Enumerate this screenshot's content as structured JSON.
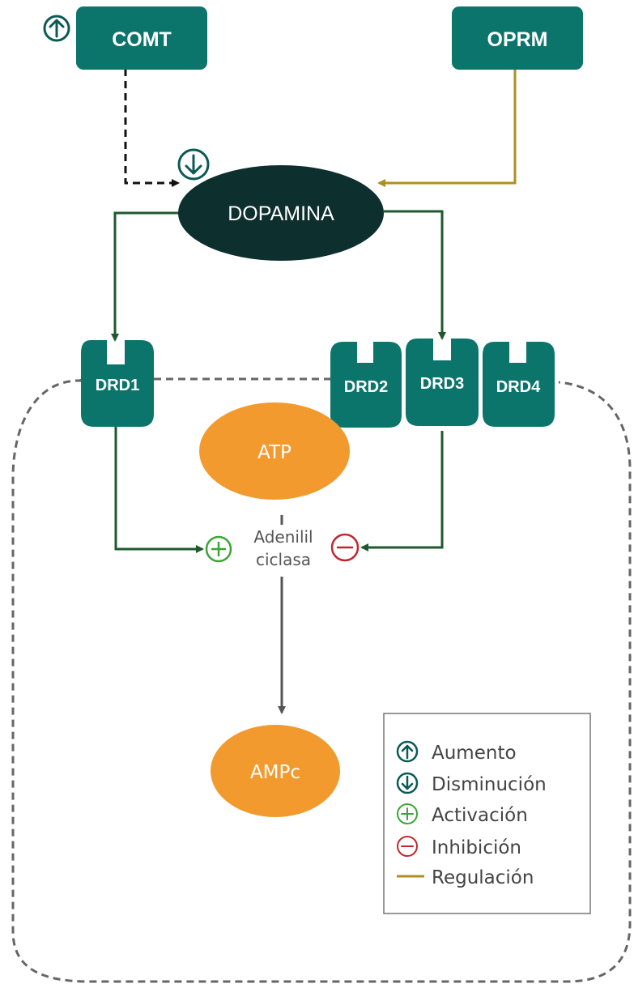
{
  "nodes": {
    "comt": "COMT",
    "oprm": "OPRM",
    "dopamina": "DOPAMINA",
    "drd1": "DRD1",
    "drd2": "DRD2",
    "drd3": "DRD3",
    "drd4": "DRD4",
    "atp": "ATP",
    "ampc": "AMPc",
    "adenilil_line1": "Adenilil",
    "adenilil_line2": "ciclasa"
  },
  "legend": {
    "aumento": "Aumento",
    "disminucion": "Disminución",
    "activacion": "Activación",
    "inhibicion": "Inhibición",
    "regulacion": "Regulación"
  },
  "colors": {
    "teal_box": "#0b746b",
    "dopamina_fill": "#0d2f2d",
    "orange": "#f29a2e",
    "green_arrow": "#1e5a2e",
    "regulation": "#b08d24",
    "activation": "#3aa636",
    "inhibition": "#c0282d",
    "membrane": "#666666"
  },
  "icons": {
    "comt_status": "up-arrow-circle-icon",
    "dopamina_status": "down-arrow-circle-icon",
    "adenylyl_activation": "plus-circle-icon",
    "adenylyl_inhibition": "minus-circle-icon"
  }
}
